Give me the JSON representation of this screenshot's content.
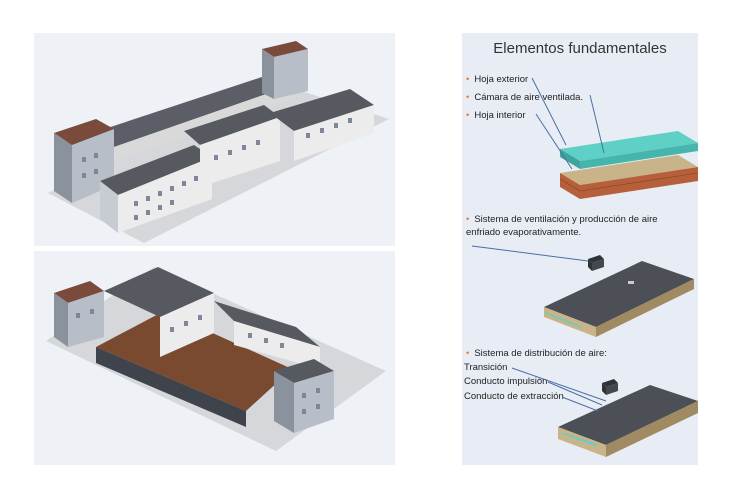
{
  "slide": {
    "title": "Elementos fundamentales",
    "bullets": [
      {
        "text": "Hoja exterior"
      },
      {
        "text": "Cámara de aire ventilada."
      },
      {
        "text": "Hoja interior"
      },
      {
        "text": "Sistema de ventilación y producción de aire enfriado evaporativamente."
      },
      {
        "text": "Sistema de distribución de aire:"
      }
    ],
    "sub_labels": [
      "Transición",
      "Conducto impulsión",
      "Conducto de extracción"
    ]
  },
  "colors": {
    "bullet": "#e07a2f",
    "slide_bg": "#e8edf5",
    "arrow": "#4a6fa5",
    "roof": "#4c4f56",
    "wall": "#e6e6e6",
    "brick": "#b5603a",
    "insulation": "#5fd0c6"
  }
}
